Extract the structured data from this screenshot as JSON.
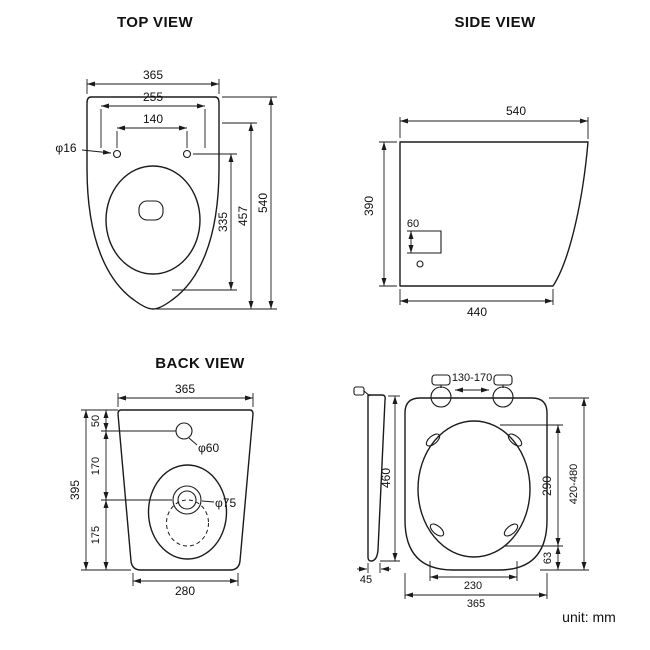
{
  "unit_label": "unit: mm",
  "top_view": {
    "title": "TOP VIEW",
    "width": "365",
    "seat_width": "255",
    "hole_spacing": "140",
    "hole_diameter": "φ16",
    "bowl_depth": "335",
    "seat_depth": "457",
    "total_depth": "540"
  },
  "side_view": {
    "title": "SIDE VIEW",
    "top_depth": "540",
    "height": "390",
    "mount_spacing": "60",
    "bottom_depth": "440"
  },
  "back_view": {
    "title": "BACK VIEW",
    "top_width": "365",
    "offset_top": "50",
    "offset_mid": "170",
    "offset_bottom": "175",
    "height": "395",
    "inlet_diameter": "φ60",
    "outlet_diameter": "φ75",
    "bottom_width": "280"
  },
  "seat_view": {
    "hinge_spacing": "130-170",
    "lid_length": "460",
    "lid_thickness": "45",
    "opening_length": "290",
    "seat_length_range": "420-480",
    "rear_offset": "63",
    "opening_width": "230",
    "seat_width": "365"
  }
}
